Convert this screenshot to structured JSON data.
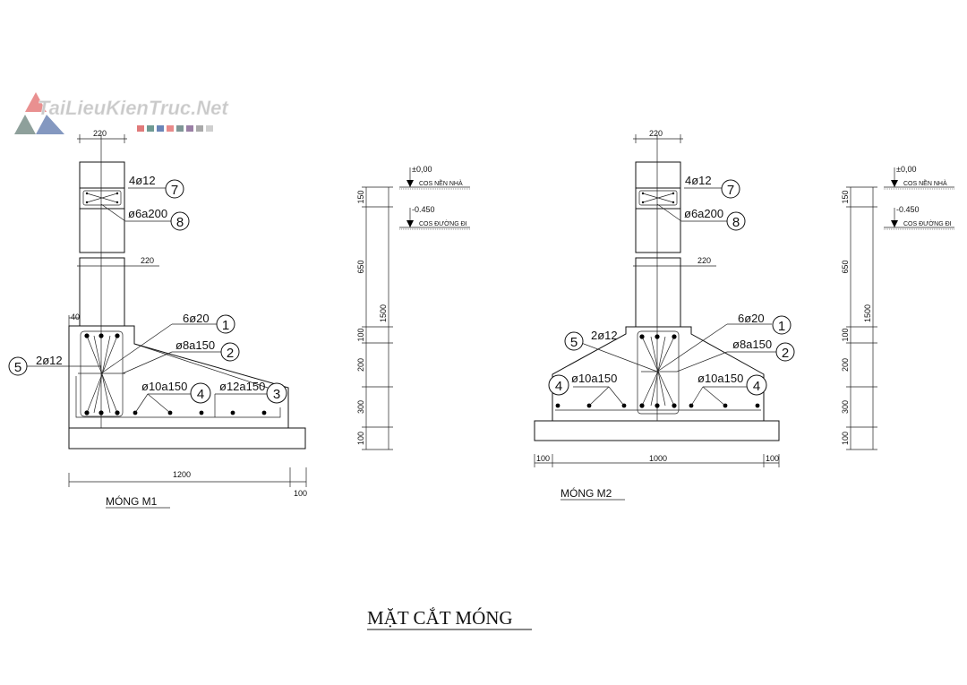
{
  "logo": {
    "text": "TaiLieuKienTruc.Net",
    "swatches": [
      "#e07a7a",
      "#6f9a93",
      "#6a85b8",
      "#e88a8a",
      "#7f9696",
      "#9a7fa5",
      "#a9a9a9",
      "#cfcfcf"
    ]
  },
  "title": "MẶT CẮT MÓNG",
  "m1": {
    "name": "MÓNG M1",
    "dim_wall_top": "220",
    "dim_wall_mid": "220",
    "dim_40": "40",
    "dim_width": "1200",
    "dim_offset": "100",
    "callouts": [
      {
        "num": "7",
        "text": "4ø12"
      },
      {
        "num": "8",
        "text": "ø6a200"
      },
      {
        "num": "1",
        "text": "6ø20"
      },
      {
        "num": "2",
        "text": "ø8a150"
      },
      {
        "num": "5",
        "text": "2ø12"
      },
      {
        "num": "4",
        "text": "ø10a150"
      },
      {
        "num": "3",
        "text": "ø12a150"
      }
    ]
  },
  "m2": {
    "name": "MÓNG M2",
    "dim_wall_top": "220",
    "dim_wall_mid": "220",
    "dim_left": "100",
    "dim_width": "1000",
    "dim_right": "100",
    "callouts": [
      {
        "num": "7",
        "text": "4ø12"
      },
      {
        "num": "8",
        "text": "ø6a200"
      },
      {
        "num": "1",
        "text": "6ø20"
      },
      {
        "num": "2",
        "text": "ø8a150"
      },
      {
        "num": "5",
        "text": "2ø12"
      },
      {
        "num": "4",
        "text": "ø10a150"
      },
      {
        "num": "4",
        "text": "ø10a150"
      }
    ]
  },
  "elevation": {
    "segments": [
      "150",
      "650",
      "100",
      "200",
      "300",
      "100"
    ],
    "total": "1500",
    "levels": [
      {
        "value": "±0,00",
        "label": "COS NỀN NHÀ"
      },
      {
        "value": "-0.450",
        "label": "COS ĐƯỜNG ĐI"
      }
    ]
  }
}
